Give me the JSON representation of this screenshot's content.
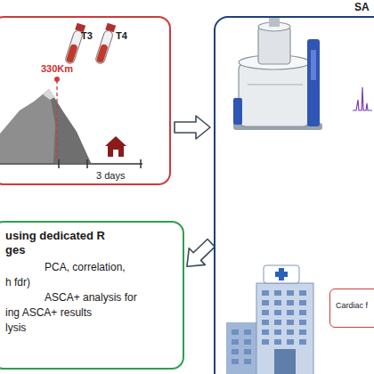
{
  "diagram": {
    "nodes": [
      {
        "text": [
          "T3",
          "T4",
          "330Km",
          "3 days"
        ]
      },
      {
        "text": [
          "SA"
        ]
      },
      {
        "text": [
          "Cardiac f"
        ],
        "in": 1
      },
      {
        "text": [
          "using dedicated R",
          "ges",
          "PCA, correlation,",
          "h fdr)",
          "ASCA+ analysis for",
          "ing ASCA+ results",
          "lysis"
        ]
      }
    ],
    "edges": [
      {
        "from": 0,
        "to": 1,
        "arrow": "to"
      },
      {
        "from": 1,
        "to": 3,
        "arrow": "to"
      }
    ]
  }
}
